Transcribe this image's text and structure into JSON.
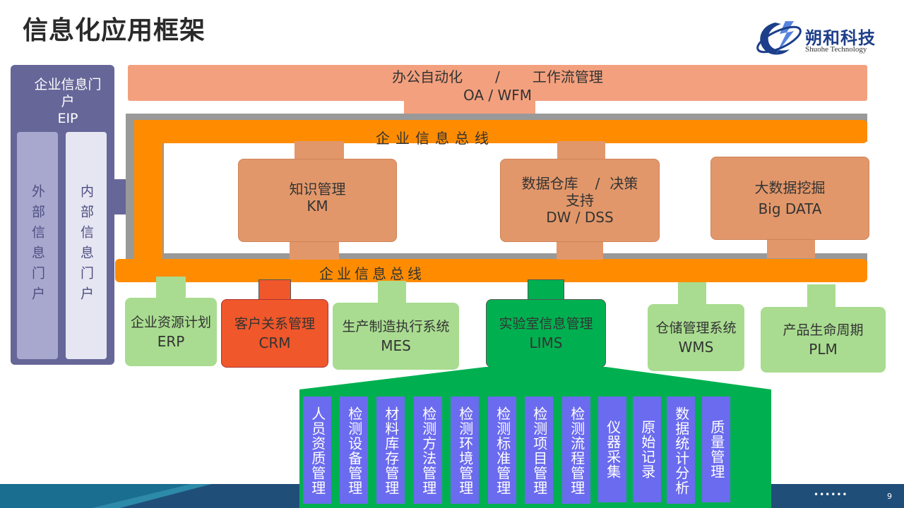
{
  "title": "信息化应用框架",
  "logo": {
    "name": "朔和科技",
    "subtitle": "Shuohe Technology"
  },
  "eip": {
    "title_cn": "企业信息门户",
    "title_en": "EIP",
    "external": "外部信息门户",
    "internal": "内部信息门户"
  },
  "oa": {
    "cn_left": "办公自动化",
    "sep": "/",
    "cn_right": "工作流管理",
    "en": "OA / WFM"
  },
  "bus_top": "企业信息总线",
  "bus_bottom": "企业信息总线",
  "modules": [
    {
      "cn": "知识管理",
      "en": "KM"
    },
    {
      "cn_left": "数据仓库",
      "sep": "/",
      "cn_right": "决策",
      "cn2": "支持",
      "en": "DW / DSS"
    },
    {
      "cn": "大数据挖掘",
      "en": "Big DATA"
    }
  ],
  "systems": [
    {
      "cn": "企业资源计划",
      "en": "ERP"
    },
    {
      "cn": "客户关系管理",
      "en": "CRM"
    },
    {
      "cn": "生产制造执行系统",
      "en": "MES"
    },
    {
      "cn": "实验室信息管理",
      "en": "LIMS"
    },
    {
      "cn": "仓储管理系统",
      "en": "WMS"
    },
    {
      "cn": "产品生命周期",
      "en": "PLM"
    }
  ],
  "lims_modules": [
    "人员资质管理",
    "检测设备管理",
    "材料库存管理",
    "检测方法管理",
    "检测环境管理",
    "检测标准管理",
    "检测项目管理",
    "检测流程管理",
    "仪器采集",
    "原始记录",
    "数据统计分析",
    "质量管理"
  ],
  "footer": {
    "dots": "••••••",
    "page": "9"
  },
  "colors": {
    "eip": "#666699",
    "oa": "#f3a07e",
    "bus": "#ff8c00",
    "module": "#e2976a",
    "system_green": "#a9dc90",
    "crm": "#f0572a",
    "lims": "#00b050",
    "sub_module": "#6b6bef",
    "footer": "#1f4e79"
  }
}
